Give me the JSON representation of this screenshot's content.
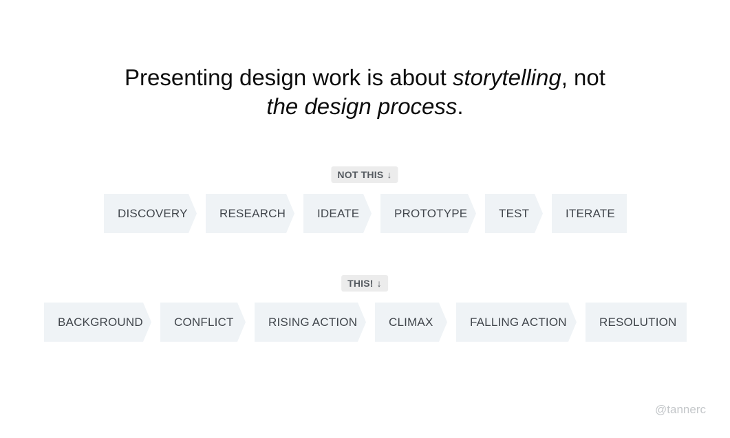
{
  "headline": {
    "part1": "Presenting design work is about ",
    "em1": "storytelling",
    "part2": ", not",
    "em2": "the design process",
    "part3": "."
  },
  "not_this": {
    "label": "NOT THIS",
    "arrow": "↓",
    "steps": [
      "DISCOVERY",
      "RESEARCH",
      "IDEATE",
      "PROTOTYPE",
      "TEST",
      "ITERATE"
    ]
  },
  "this": {
    "label": "THIS!",
    "arrow": "↓",
    "steps": [
      "BACKGROUND",
      "CONFLICT",
      "RISING ACTION",
      "CLIMAX",
      "FALLING ACTION",
      "RESOLUTION"
    ]
  },
  "credit": "@tannerc",
  "colors": {
    "step_bg": "#eff3f6",
    "badge_bg": "#ececec",
    "step_text": "#41464c",
    "credit": "#c4c7ca"
  }
}
